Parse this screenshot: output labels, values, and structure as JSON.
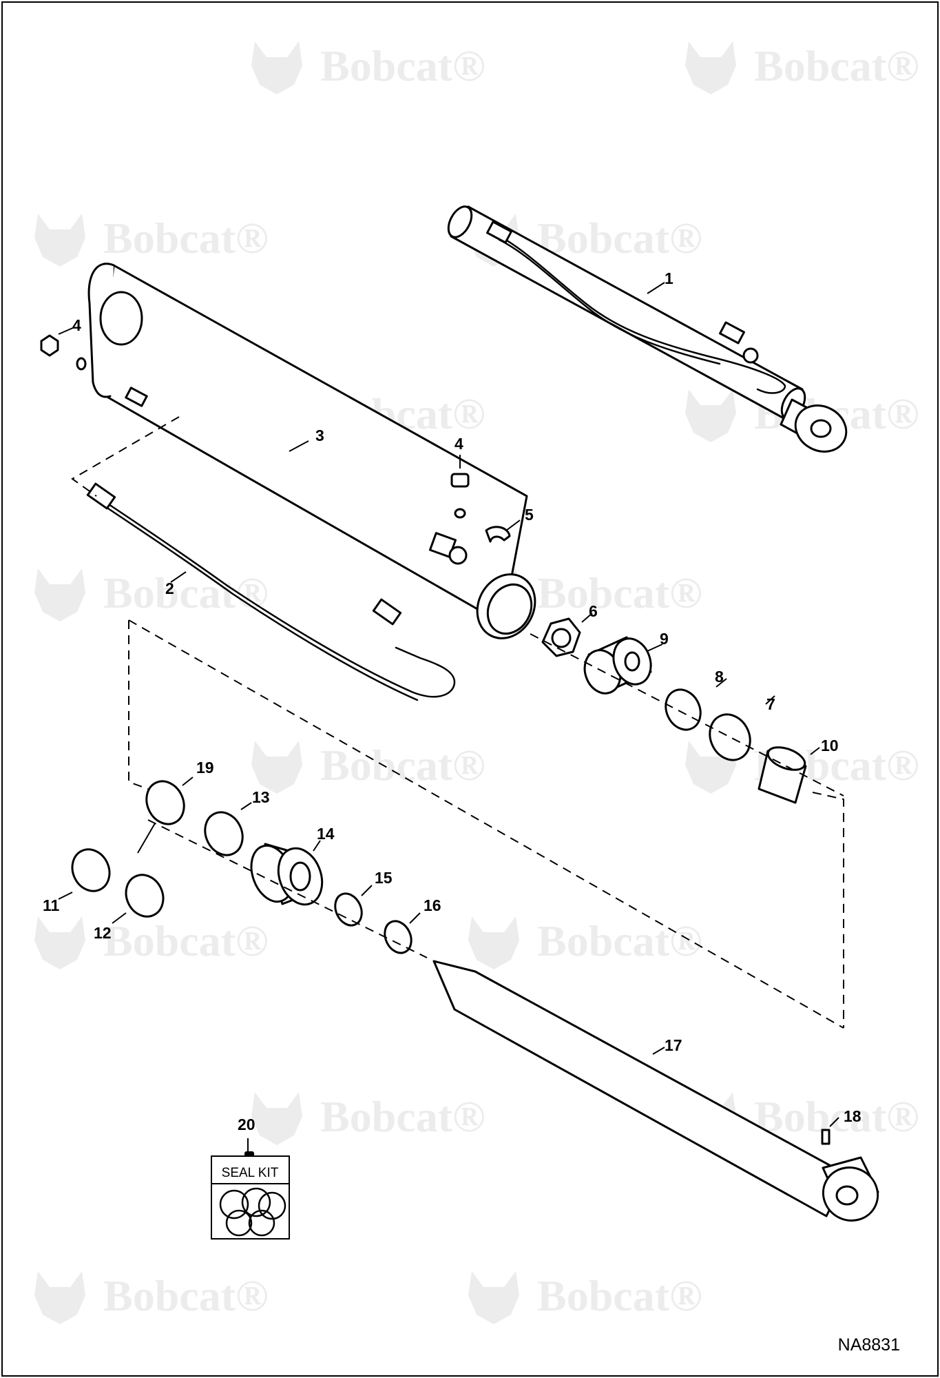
{
  "watermark": {
    "brand": "Bobcat",
    "mark": "®",
    "color": "#ececec"
  },
  "callouts": [
    "1",
    "2",
    "3",
    "4",
    "4",
    "5",
    "6",
    "7",
    "8",
    "9",
    "10",
    "11",
    "12",
    "13",
    "14",
    "15",
    "16",
    "17",
    "18",
    "19",
    "20"
  ],
  "seal_kit": {
    "label": "SEAL KIT"
  },
  "drawing_number": "NA8831"
}
